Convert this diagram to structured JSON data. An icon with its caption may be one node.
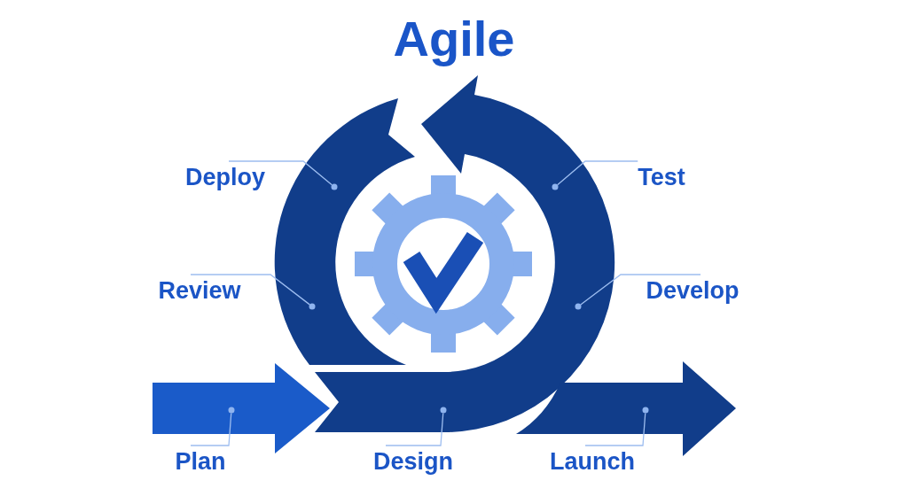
{
  "diagram": {
    "title": "Agile",
    "nodes": [
      {
        "text": [
          "Deploy"
        ]
      },
      {
        "text": [
          "Test"
        ]
      },
      {
        "text": [
          "Review"
        ]
      },
      {
        "text": [
          "Develop"
        ]
      },
      {
        "text": [
          "Plan"
        ]
      },
      {
        "text": [
          "Design"
        ]
      },
      {
        "text": [
          "Launch"
        ]
      },
      {
        "text": [],
        "shape": "circle"
      },
      {
        "text": [],
        "shape": "circle"
      },
      {
        "text": [],
        "shape": "circle"
      },
      {
        "text": [],
        "shape": "circle"
      },
      {
        "text": [],
        "shape": "circle"
      },
      {
        "text": [],
        "shape": "circle"
      },
      {
        "text": [],
        "shape": "circle"
      }
    ],
    "edges": [
      {
        "from": 0,
        "to": 7,
        "arrow": "none"
      },
      {
        "from": 1,
        "to": 8,
        "arrow": "none"
      },
      {
        "from": 2,
        "to": 9,
        "arrow": "none"
      },
      {
        "from": 3,
        "to": 10,
        "arrow": "none"
      },
      {
        "from": 4,
        "to": 11,
        "arrow": "none"
      },
      {
        "from": 5,
        "to": 12,
        "arrow": "none"
      },
      {
        "from": 6,
        "to": 13,
        "arrow": "none"
      }
    ]
  }
}
